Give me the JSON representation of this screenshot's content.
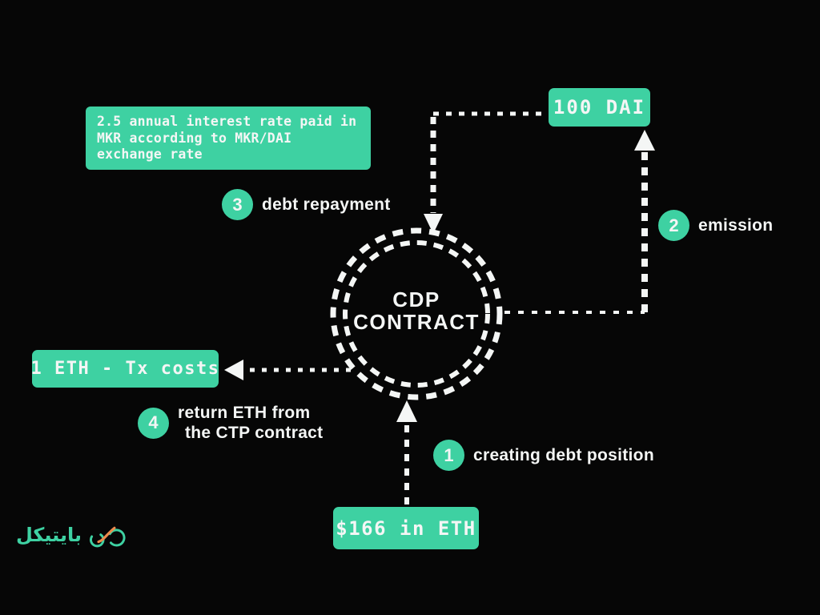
{
  "colors": {
    "background": "#060606",
    "accent_teal": "#3ed1a2",
    "ink_white": "#f4f6f5",
    "logo_orange": "#ec8a4c"
  },
  "info_box": {
    "line1": "2.5 annual interest rate paid in",
    "line2": "MKR according to MKR/DAI",
    "line3": "exchange rate"
  },
  "center": {
    "title_line1": "CDP",
    "title_line2": "CONTRACT"
  },
  "nodes": {
    "dai_box": "100 DAI",
    "eth_out_box": "1 ETH - Tx costs",
    "eth_in_box": "$166 in ETH"
  },
  "steps": {
    "s1": {
      "num": "1",
      "label": "creating debt position"
    },
    "s2": {
      "num": "2",
      "label": "emission"
    },
    "s3": {
      "num": "3",
      "label": "debt repayment"
    },
    "s4": {
      "num": "4",
      "line1": "return ETH from",
      "line2": "the CTP contract"
    }
  },
  "logo": {
    "text": "بايتيكل",
    "icon": "bicycle-logo-icon"
  }
}
